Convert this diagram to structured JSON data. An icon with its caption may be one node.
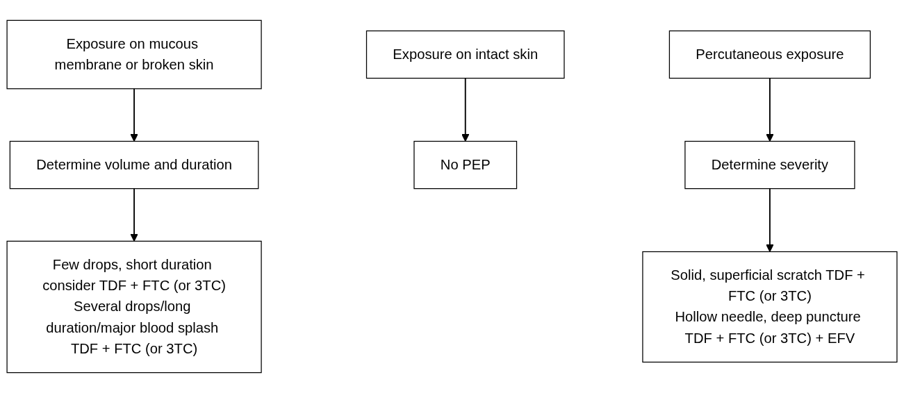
{
  "diagram": {
    "nodes": [
      {
        "text": [
          "Exposure on mucous membrane or broken skin"
        ]
      },
      {
        "text": [
          "Exposure on intact skin"
        ]
      },
      {
        "text": [
          "Percutaneous exposure"
        ]
      },
      {
        "text": [
          "Determine volume and duration"
        ]
      },
      {
        "text": [
          "No PEP"
        ]
      },
      {
        "text": [
          "Determine severity"
        ]
      },
      {
        "text": [
          "Few drops, short duration consider TDF + FTC (or 3TC)",
          "Several drops/long duration/major blood splash TDF + FTC (or 3TC)"
        ]
      },
      {
        "text": [
          "Solid, superficial scratch TDF + FTC (or 3TC)",
          "Hollow needle, deep puncture TDF + FTC (or 3TC) + EFV"
        ]
      }
    ],
    "edges": [
      {
        "from": 0,
        "to": 3,
        "arrow": "to"
      },
      {
        "from": 1,
        "to": 4,
        "arrow": "to"
      },
      {
        "from": 2,
        "to": 5,
        "arrow": "to"
      },
      {
        "from": 3,
        "to": 6,
        "arrow": "to"
      },
      {
        "from": 5,
        "to": 7,
        "arrow": "to"
      }
    ]
  }
}
